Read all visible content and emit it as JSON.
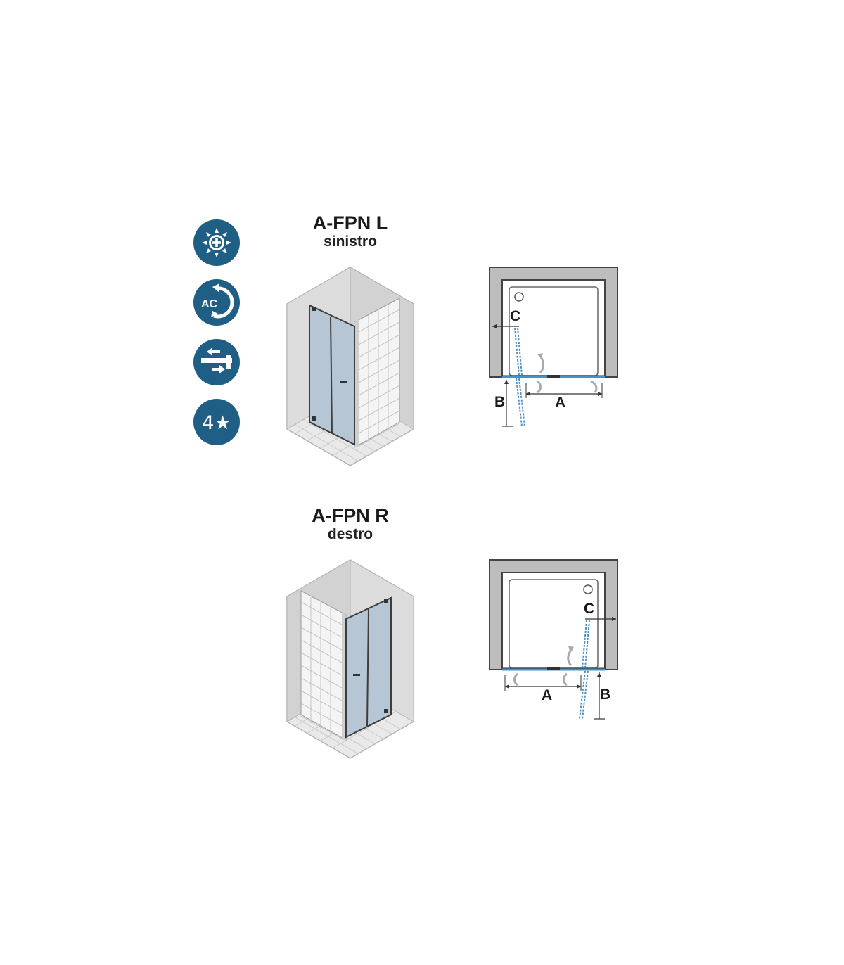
{
  "icons": [
    {
      "name": "sun-plus-icon"
    },
    {
      "name": "ac-rotate-icon",
      "text": "AC"
    },
    {
      "name": "adjust-arrows-icon"
    },
    {
      "name": "four-star-icon",
      "text": "4★"
    }
  ],
  "models": [
    {
      "code": "A-FPN L",
      "side": "sinistro",
      "labels": {
        "a": "A",
        "b": "B",
        "c": "C"
      }
    },
    {
      "code": "A-FPN R",
      "side": "destro",
      "labels": {
        "a": "A",
        "b": "B",
        "c": "C"
      }
    }
  ],
  "colors": {
    "badge": "#1f5f86",
    "wall": "#bdbdbd",
    "glass": "#4a90c2",
    "door_frame": "#444444"
  }
}
